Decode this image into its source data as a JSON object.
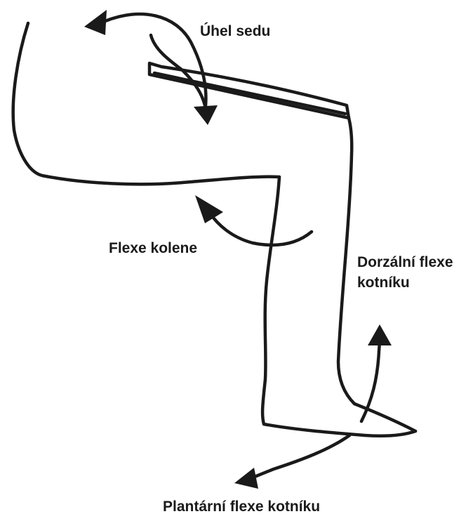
{
  "labels": {
    "seat_angle": "Úhel sedu",
    "knee_flexion": "Flexe kolene",
    "dorsal_flexion_line1": "Dorzální flexe",
    "dorsal_flexion_line2": "kotníku",
    "plantar_flexion": "Plantární flexe kotníku"
  },
  "colors": {
    "ink": "#1a1a1a",
    "background": "#ffffff"
  }
}
